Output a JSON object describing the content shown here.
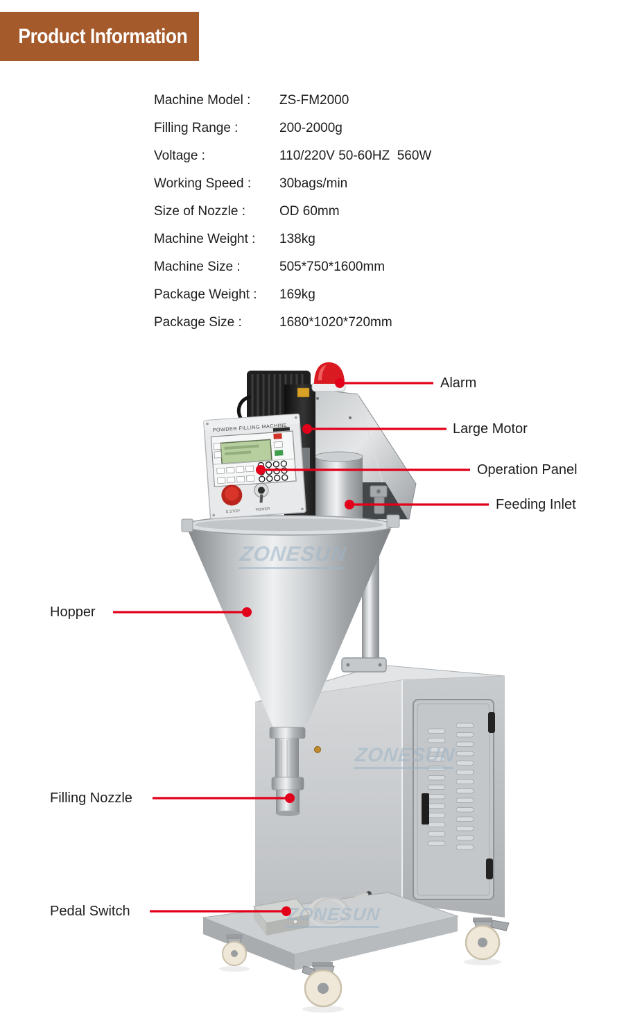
{
  "banner": {
    "title": "Product Information"
  },
  "specs": {
    "rows": [
      {
        "label": "Machine Model :",
        "value": "ZS-FM2000"
      },
      {
        "label": "Filling Range :",
        "value": "200-2000g"
      },
      {
        "label": "Voltage :",
        "value": "110/220V 50-60HZ  560W"
      },
      {
        "label": "Working Speed :",
        "value": "30bags/min"
      },
      {
        "label": "Size of Nozzle :",
        "value": "OD 60mm"
      },
      {
        "label": "Machine Weight :",
        "value": "138kg"
      },
      {
        "label": "Machine Size :",
        "value": "505*750*1600mm"
      },
      {
        "label": "Package Weight :",
        "value": "169kg"
      },
      {
        "label": "Package Size :",
        "value": "1680*1020*720mm"
      }
    ]
  },
  "callouts": [
    {
      "label": "Alarm"
    },
    {
      "label": "Large Motor"
    },
    {
      "label": "Operation Panel"
    },
    {
      "label": "Feeding Inlet"
    },
    {
      "label": "Hopper"
    },
    {
      "label": "Filling Nozzle"
    },
    {
      "label": "Pedal Switch"
    }
  ],
  "figure": {
    "watermark": "ZONESUN",
    "panel_title": "POWDER  FILLING  MACHINE",
    "estop_label": "E.STOP",
    "power_label": "POWER"
  },
  "colors": {
    "banner-bg": "#A55A2B",
    "accent-red": "#E2001A",
    "alarm-red": "#D91A21",
    "watermark-blue": "#9DB4C7",
    "text": "#1C1C1C"
  }
}
